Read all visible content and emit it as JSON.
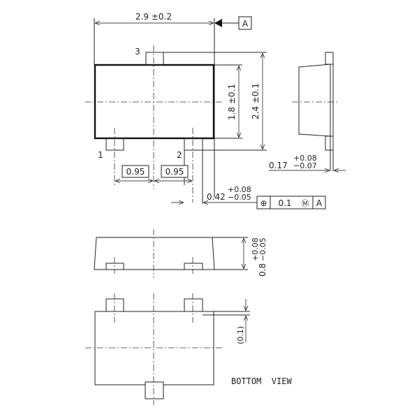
{
  "drawing": {
    "units": "mm",
    "datum_label": "A",
    "top_view": {
      "overall_width": "2.9 ±0.2",
      "body_height": "1.8 ±0.1",
      "overall_height": "2.4 ±0.1",
      "pin_pitch_1": "0.95",
      "pin_pitch_2": "0.95",
      "pin_labels": [
        "1",
        "2",
        "3"
      ],
      "lead_width_nominal": "0.42",
      "lead_width_tol_plus": "+0.08",
      "lead_width_tol_minus": "−0.05",
      "position_tolerance": {
        "symbol": "⊕",
        "value": "0.1",
        "modifier": "Ⓜ",
        "datum": "A"
      }
    },
    "side_view_right": {
      "lead_thickness_nominal": "0.17",
      "lead_thickness_tol_plus": "+0.08",
      "lead_thickness_tol_minus": "−0.07"
    },
    "side_view_front": {
      "height_nominal": "0.8",
      "height_tol_plus": "+0.08",
      "height_tol_minus": "−0.05"
    },
    "bottom_view": {
      "title": "BOTTOM  VIEW",
      "standoff": "(0.1)"
    }
  }
}
